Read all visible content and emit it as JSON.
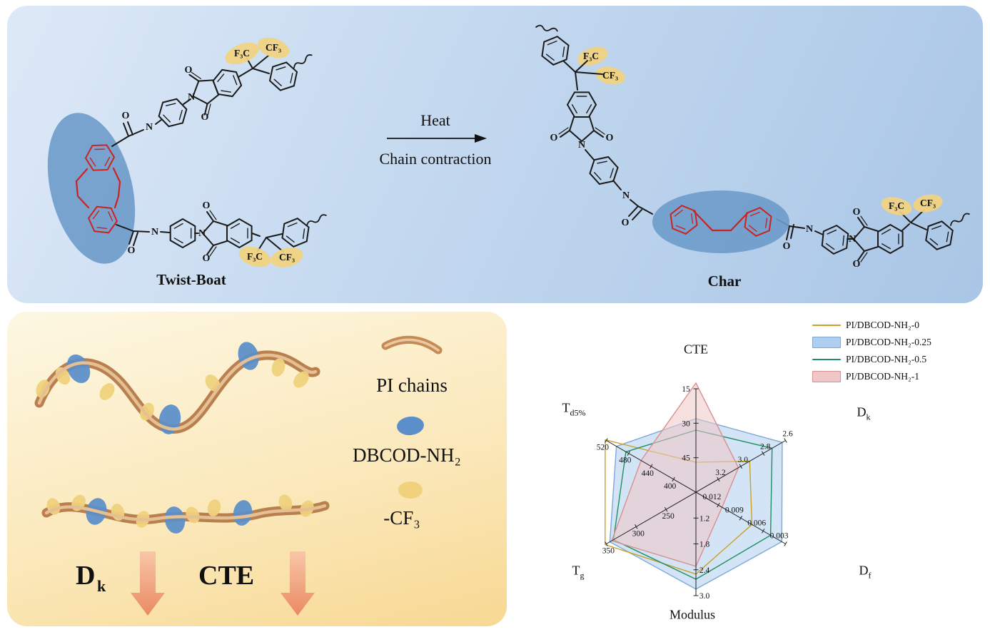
{
  "figure": {
    "top_panel": {
      "heat_label": "Heat",
      "contraction_label": "Chain contraction",
      "left_label": "Twist-Boat",
      "right_label": "Char",
      "atoms": {
        "o": "O",
        "n": "N",
        "f3c": "F₃C",
        "cf3": "CF₃"
      }
    },
    "bottom_left": {
      "legend": {
        "pi_chains": "PI chains",
        "dbcod": "DBCOD-NH₂",
        "cf3": "-CF₃"
      },
      "metrics": {
        "dk_main": "D",
        "dk_sub": "k",
        "cte": "CTE"
      }
    },
    "colors": {
      "dbcod_highlight": "#6d9bca",
      "cf3_highlight": "#f2d27e",
      "ring_red": "#cc2222",
      "arrow_salmon": "#ec8c66"
    }
  },
  "chart_data": {
    "type": "radar",
    "axes": [
      {
        "label": "CTE",
        "sub": "",
        "outer": 15,
        "center": 60,
        "ticks": [
          "15",
          "30",
          "45"
        ]
      },
      {
        "label": "D",
        "sub": "k",
        "outer": 2.6,
        "center": 3.4,
        "ticks": [
          "2.6",
          "2.8",
          "3.0",
          "3.2"
        ]
      },
      {
        "label": "D",
        "sub": "f",
        "outer": 0.003,
        "center": 0.015,
        "ticks": [
          "0.003",
          "0.006",
          "0.009",
          "0.012"
        ]
      },
      {
        "label": "Modulus",
        "sub": "",
        "outer": 3.0,
        "center": 0.6,
        "ticks": [
          "3.0",
          "2.4",
          "1.8",
          "1.2"
        ]
      },
      {
        "label": "T",
        "sub": "g",
        "outer": 350,
        "center": 200,
        "ticks": [
          "350",
          "300",
          "250"
        ]
      },
      {
        "label": "T",
        "sub": "d5%",
        "outer": 520,
        "center": 360,
        "ticks": [
          "520",
          "480",
          "440",
          "400"
        ]
      }
    ],
    "series": [
      {
        "name": "PI/DBCOD-NH₂-0",
        "style": "line",
        "color": "#c9a227",
        "values": [
          47,
          2.92,
          0.0075,
          2.5,
          352,
          522
        ]
      },
      {
        "name": "PI/DBCOD-NH₂-0.25",
        "style": "fill",
        "color": "#7fa8d6",
        "fill": "#aecdf0",
        "values": [
          28,
          2.63,
          0.0035,
          2.85,
          344,
          502
        ]
      },
      {
        "name": "PI/DBCOD-NH₂-0.5",
        "style": "line",
        "color": "#1e8f62",
        "values": [
          33,
          2.72,
          0.005,
          2.62,
          338,
          485
        ]
      },
      {
        "name": "PI/DBCOD-NH₂-1",
        "style": "fill",
        "color": "#d98f8f",
        "fill": "#f0c6c6",
        "values": [
          12.5,
          3.02,
          0.0115,
          2.32,
          341,
          458
        ]
      }
    ],
    "legend_position": "top-right"
  }
}
